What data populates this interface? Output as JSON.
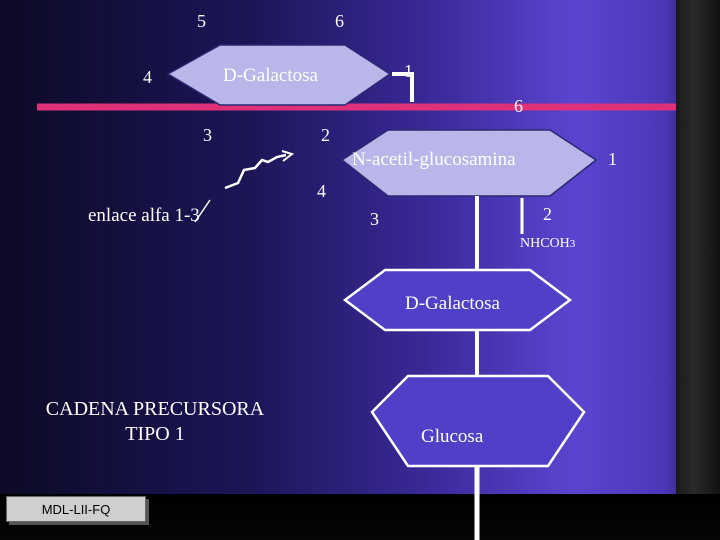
{
  "diagram": {
    "title_line1": "CADENA PRECURSORA",
    "title_line2": "TIPO 1",
    "footer_badge": "MDL-LII-FQ",
    "bond_label": "enlace alfa 1-3",
    "sugars": {
      "galactose_top": "D-Galactosa",
      "glcnac": "N-acetil-glucosamina",
      "galactose_bottom": "D-Galactosa",
      "glucose": "Glucosa"
    },
    "substituent": "NHCOH",
    "substituent_sub": "3",
    "positions_galactose_top": [
      "5",
      "6",
      "4",
      "1",
      "3",
      "2"
    ],
    "positions_glcnac": [
      "6",
      "1",
      "4",
      "3",
      "2"
    ],
    "colors": {
      "ring_fill": "#b9b6ea",
      "ring_stroke": "#2a2870",
      "membrane": "#e0307a",
      "bond": "#ffffff"
    }
  }
}
